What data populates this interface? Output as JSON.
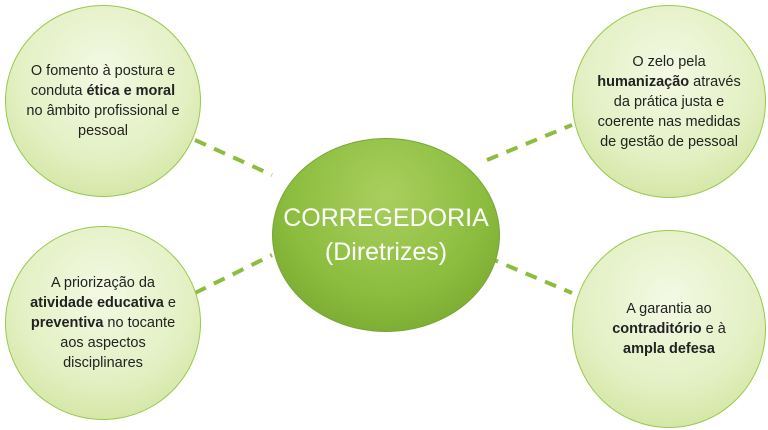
{
  "center": {
    "title": "CORREGEDORIA",
    "subtitle": "(Diretrizes)"
  },
  "nodes": [
    {
      "segments": [
        {
          "t": "O fomento à postura e conduta ",
          "b": false
        },
        {
          "t": "ética e moral",
          "b": true
        },
        {
          "t": " no âmbito profissional e pessoal",
          "b": false
        }
      ]
    },
    {
      "segments": [
        {
          "t": "O zelo pela ",
          "b": false
        },
        {
          "t": "humanização",
          "b": true
        },
        {
          "t": " através da prática justa e coerente nas medidas de gestão de pessoal",
          "b": false
        }
      ]
    },
    {
      "segments": [
        {
          "t": "A priorização da ",
          "b": false
        },
        {
          "t": "atividade educativa",
          "b": true
        },
        {
          "t": " e ",
          "b": false
        },
        {
          "t": "preventiva",
          "b": true
        },
        {
          "t": " no tocante aos aspectos disciplinares",
          "b": false
        }
      ]
    },
    {
      "segments": [
        {
          "t": "A garantia ao ",
          "b": false
        },
        {
          "t": "contraditório",
          "b": true
        },
        {
          "t": " e à ",
          "b": false
        },
        {
          "t": "ampla defesa",
          "b": true
        }
      ]
    }
  ],
  "colors": {
    "accent": "#8cbd3e",
    "bubble": "#e3f0c3",
    "connector": "#8cbd3e"
  }
}
